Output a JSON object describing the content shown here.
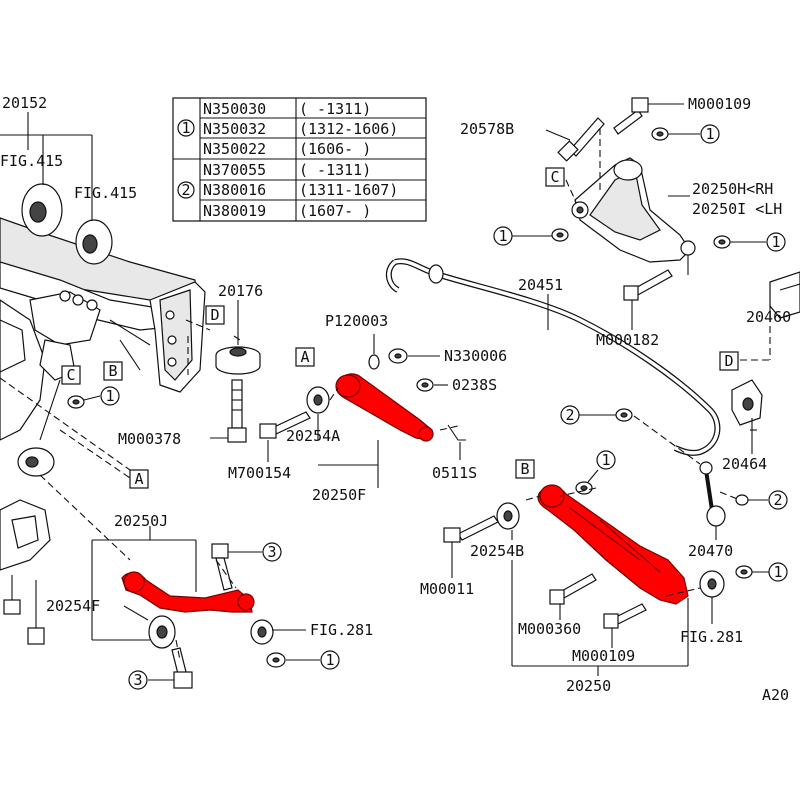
{
  "table": {
    "groups": [
      {
        "marker": "1",
        "rows": [
          {
            "part": "N350030",
            "range": "(      -1311)"
          },
          {
            "part": "N350032",
            "range": "(1312-1606)"
          },
          {
            "part": "N350022",
            "range": "(1606-     )"
          }
        ]
      },
      {
        "marker": "2",
        "rows": [
          {
            "part": "N370055",
            "range": "(      -1311)"
          },
          {
            "part": "N380016",
            "range": "(1311-1607)"
          },
          {
            "part": "N380019",
            "range": "(1607-     )"
          }
        ]
      }
    ]
  },
  "labels": {
    "p20152": "20152",
    "fig415_a": "FIG.415",
    "fig415_b": "FIG.415",
    "p20176": "20176",
    "p20578b": "20578B",
    "m000109_top": "M000109",
    "p20250h": "20250H<RH",
    "p20250i": "20250I <LH",
    "m000182": "M000182",
    "p20451": "20451",
    "p2046x": "20460",
    "p120003": "P120003",
    "n330006": "N330006",
    "p0238s": "0238S",
    "p0511s": "0511S",
    "m000378": "M000378",
    "m700154": "M700154",
    "p20254a": "20254A",
    "p20250f": "20250F",
    "p20464": "20464",
    "p20470": "20470",
    "p20250j": "20250J",
    "p20254f": "20254F",
    "fig281_left": "FIG.281",
    "p20254b": "20254B",
    "m00011": "M00011",
    "m000360": "M000360",
    "fig281_right": "FIG.281",
    "m000109_bottom": "M000109",
    "p20250": "20250",
    "a20": "A20"
  },
  "refs": {
    "A": "A",
    "B": "B",
    "C": "C",
    "D": "D"
  },
  "markers": {
    "one": "1",
    "two": "2",
    "three": "3"
  },
  "colors": {
    "highlight": "#ff0000",
    "line": "#111111"
  }
}
